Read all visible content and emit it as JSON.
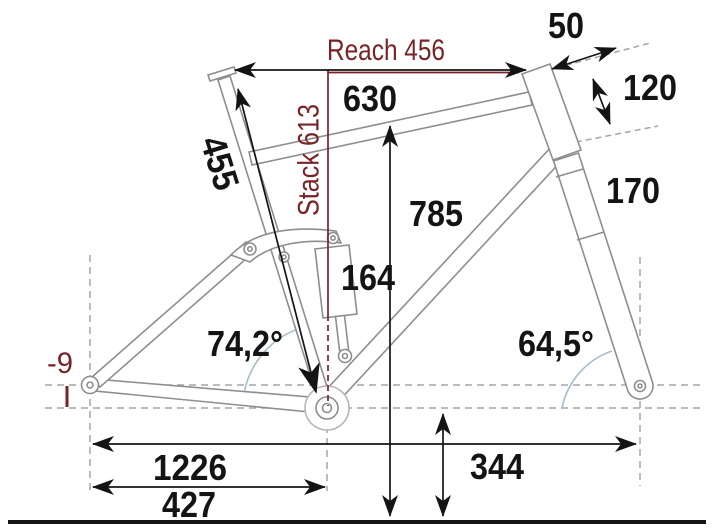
{
  "diagram": {
    "type": "bike-frame-geometry",
    "labels": {
      "reach": "Reach 456",
      "stack": "Stack 613",
      "stem_length": "50",
      "head_tube_length": "120",
      "fork_travel": "170",
      "top_tube": "630",
      "standover": "785",
      "seat_tube": "455",
      "shock_length": "164",
      "seat_tube_angle": "74,2°",
      "head_tube_angle": "64,5°",
      "wheelbase": "1226",
      "chainstay": "427",
      "bb_height": "344",
      "bb_drop": "-9"
    },
    "colors": {
      "accent_red": "#7a2327",
      "dimension_ink": "#141414",
      "frame_outline": "#8e8e8e",
      "construction_dash": "#a2a7a7",
      "angle_arc": "#a9c0ca",
      "background": "#ffffff"
    }
  }
}
